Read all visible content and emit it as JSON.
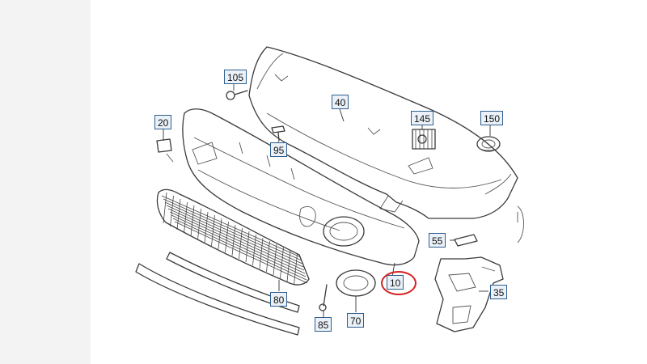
{
  "diagram": {
    "callouts": [
      {
        "id": "c105",
        "text": "105"
      },
      {
        "id": "c40",
        "text": "40"
      },
      {
        "id": "c145",
        "text": "145"
      },
      {
        "id": "c150",
        "text": "150"
      },
      {
        "id": "c20",
        "text": "20"
      },
      {
        "id": "c95",
        "text": "95"
      },
      {
        "id": "c55",
        "text": "55"
      },
      {
        "id": "c10",
        "text": "10"
      },
      {
        "id": "c35",
        "text": "35"
      },
      {
        "id": "c80",
        "text": "80"
      },
      {
        "id": "c85",
        "text": "85"
      },
      {
        "id": "c70",
        "text": "70"
      }
    ],
    "highlighted_callout": "10",
    "colors": {
      "label_border": "#2f5f8f",
      "label_fill": "#eaf1f8",
      "highlight": "#d42020",
      "line": "#3a3a3a"
    }
  }
}
